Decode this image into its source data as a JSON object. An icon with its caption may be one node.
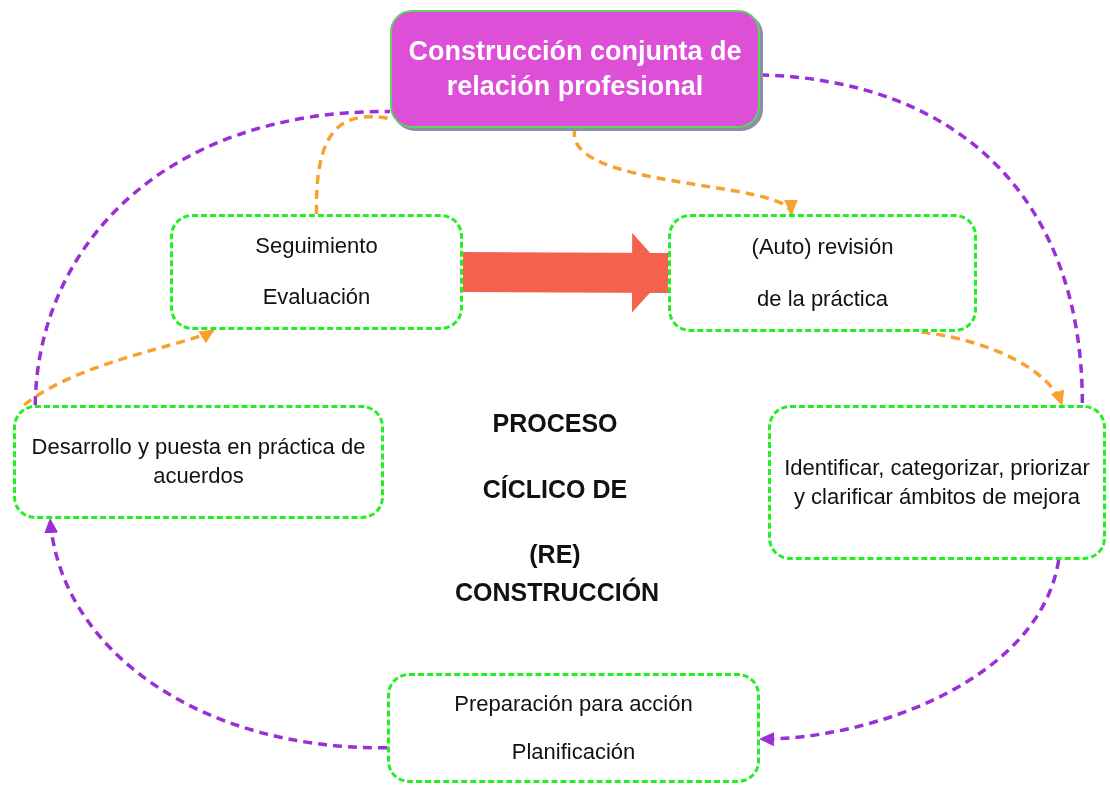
{
  "diagram": {
    "nodes": [
      {
        "text": [
          "Construcción conjunta de relación profesional"
        ]
      },
      {
        "text": [
          "Seguimiento",
          "Evaluación"
        ]
      },
      {
        "text": [
          "(Auto) revisión",
          "de la práctica"
        ]
      },
      {
        "text": [
          "Desarrollo y puesta en práctica de acuerdos"
        ]
      },
      {
        "text": [
          "Identificar, categorizar, priorizar y clarificar ámbitos de mejora"
        ]
      },
      {
        "text": [
          "Preparación para acción",
          "Planificación"
        ]
      }
    ],
    "edges": [
      {
        "from": 0,
        "to": 4,
        "arrow": "none",
        "style": "dashed"
      },
      {
        "from": 4,
        "to": 5,
        "arrow": "to",
        "style": "dashed"
      },
      {
        "from": 5,
        "to": 3,
        "arrow": "to",
        "style": "dashed"
      },
      {
        "from": 3,
        "to": 0,
        "arrow": "none",
        "style": "dashed"
      },
      {
        "from": 1,
        "to": 0,
        "arrow": "none",
        "style": "dashed",
        "color": "#f7a230"
      },
      {
        "from": 0,
        "to": 2,
        "arrow": "to",
        "style": "dashed",
        "color": "#f7a230"
      },
      {
        "from": 2,
        "to": 4,
        "arrow": "to",
        "style": "dashed",
        "color": "#f7a230"
      },
      {
        "from": 3,
        "to": 1,
        "arrow": "to",
        "style": "dashed",
        "color": "#f7a230"
      },
      {
        "from": 1,
        "to": 2,
        "arrow": "to",
        "style": "thick",
        "color": "#f4624e"
      }
    ],
    "labels": [
      "PROCESO",
      "CÍCLICO DE",
      "(RE) CONSTRUCCIÓN"
    ]
  }
}
